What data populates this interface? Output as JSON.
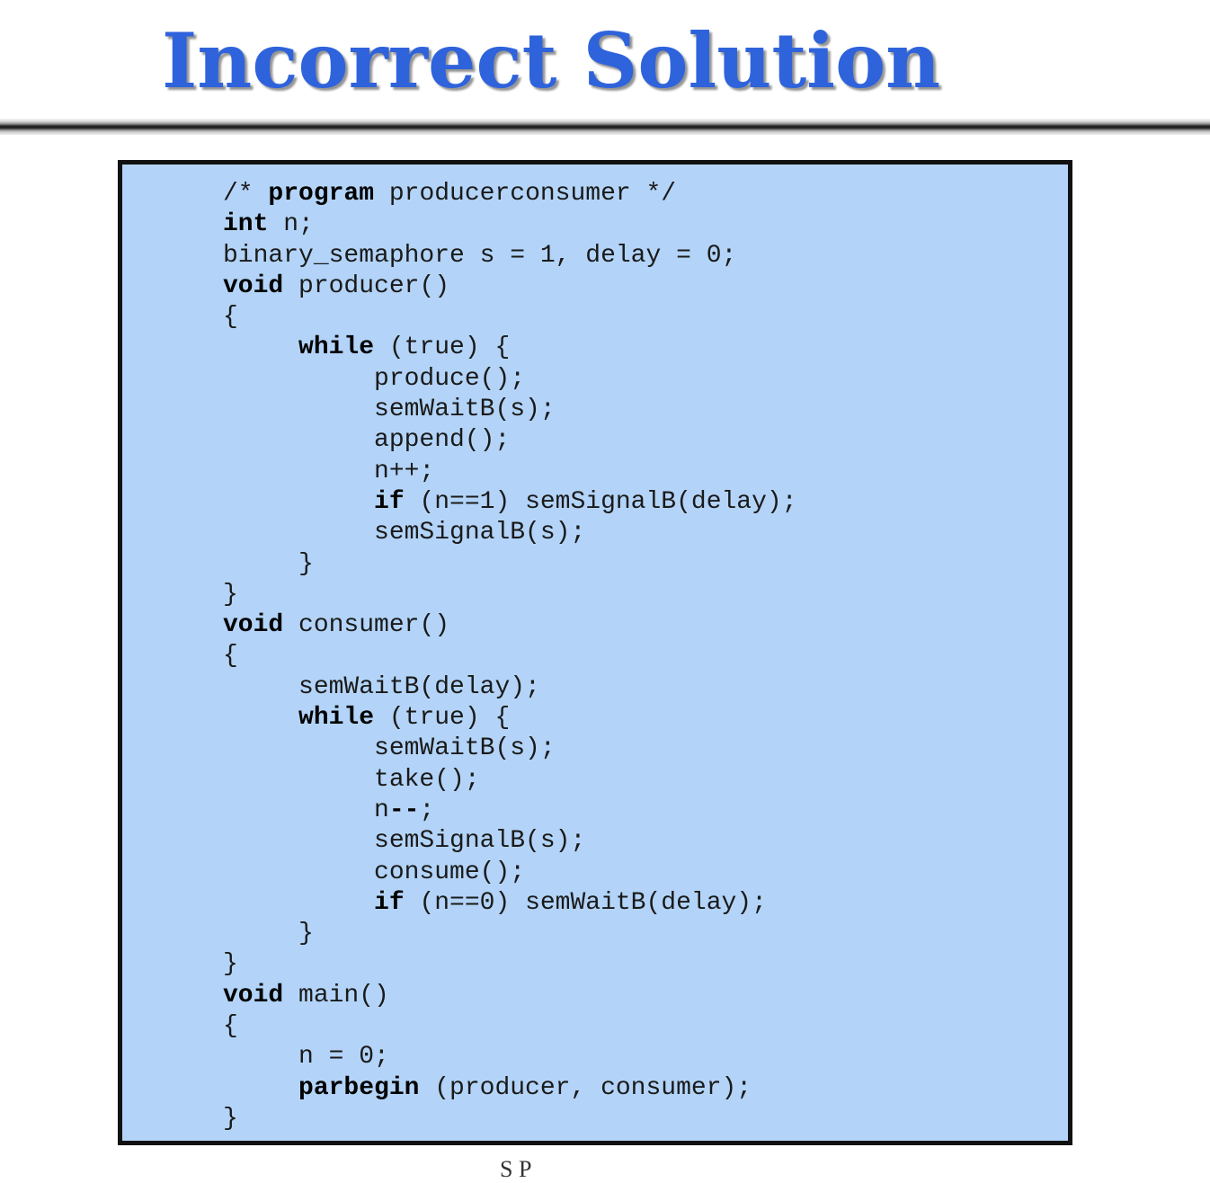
{
  "slide": {
    "title": "Incorrect Solution"
  },
  "code": {
    "lines": [
      [
        {
          "t": "/* "
        },
        {
          "t": "program",
          "kw": true
        },
        {
          "t": " producerconsumer */"
        }
      ],
      [
        {
          "t": "int",
          "kw": true
        },
        {
          "t": " n;"
        }
      ],
      [
        {
          "t": "binary_semaphore s = 1, delay = 0;"
        }
      ],
      [
        {
          "t": "void",
          "kw": true
        },
        {
          "t": " producer()"
        }
      ],
      [
        {
          "t": "{"
        }
      ],
      [
        {
          "t": "     "
        },
        {
          "t": "while",
          "kw": true
        },
        {
          "t": " (true) {"
        }
      ],
      [
        {
          "t": "          produce();"
        }
      ],
      [
        {
          "t": "          semWaitB(s);"
        }
      ],
      [
        {
          "t": "          append();"
        }
      ],
      [
        {
          "t": "          n++;"
        }
      ],
      [
        {
          "t": "          "
        },
        {
          "t": "if",
          "kw": true
        },
        {
          "t": " (n==1) semSignalB(delay);"
        }
      ],
      [
        {
          "t": "          semSignalB(s);"
        }
      ],
      [
        {
          "t": "     }"
        }
      ],
      [
        {
          "t": "}"
        }
      ],
      [
        {
          "t": "void",
          "kw": true
        },
        {
          "t": " consumer()"
        }
      ],
      [
        {
          "t": "{"
        }
      ],
      [
        {
          "t": "     semWaitB(delay);"
        }
      ],
      [
        {
          "t": "     "
        },
        {
          "t": "while",
          "kw": true
        },
        {
          "t": " (true) {"
        }
      ],
      [
        {
          "t": "          semWaitB(s);"
        }
      ],
      [
        {
          "t": "          take();"
        }
      ],
      [
        {
          "t": "          n"
        },
        {
          "t": "--",
          "kw": true
        },
        {
          "t": ";"
        }
      ],
      [
        {
          "t": "          semSignalB(s);"
        }
      ],
      [
        {
          "t": "          consume();"
        }
      ],
      [
        {
          "t": "          "
        },
        {
          "t": "if",
          "kw": true
        },
        {
          "t": " (n==0) semWaitB(delay);"
        }
      ],
      [
        {
          "t": "     }"
        }
      ],
      [
        {
          "t": "}"
        }
      ],
      [
        {
          "t": "void",
          "kw": true
        },
        {
          "t": " main()"
        }
      ],
      [
        {
          "t": "{"
        }
      ],
      [
        {
          "t": "     n = 0;"
        }
      ],
      [
        {
          "t": "     "
        },
        {
          "t": "parbegin",
          "kw": true
        },
        {
          "t": " (producer, consumer);"
        }
      ],
      [
        {
          "t": "}"
        }
      ]
    ]
  },
  "footer": {
    "caption": "S          P"
  }
}
